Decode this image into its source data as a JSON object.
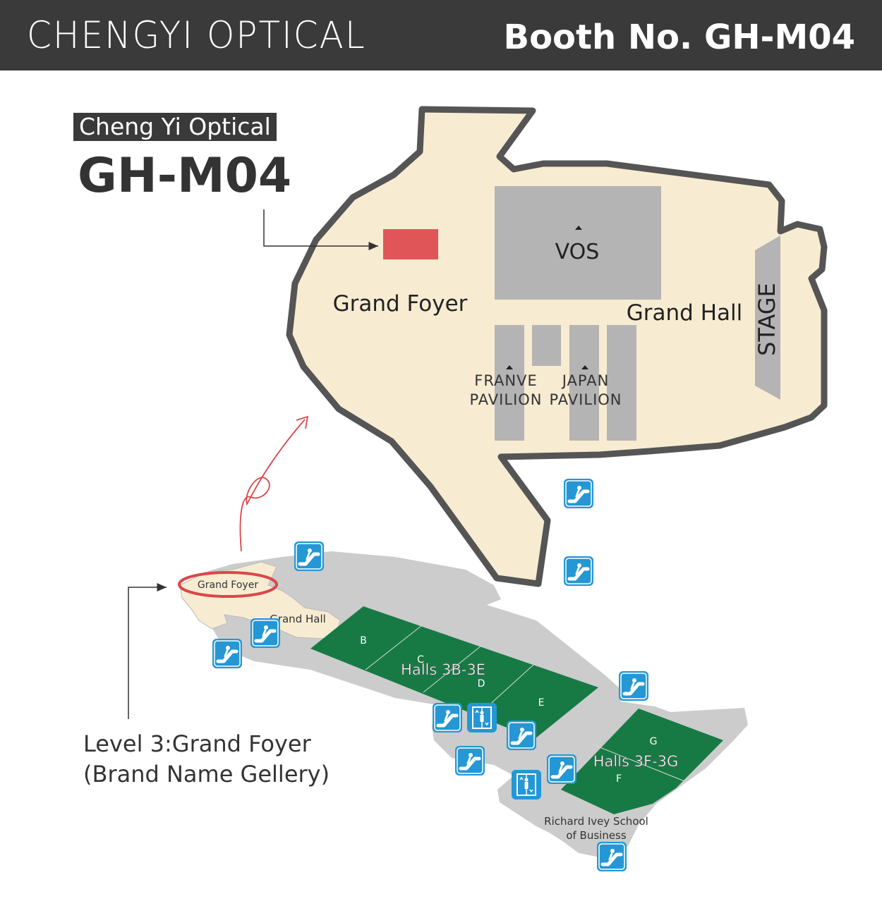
{
  "header": {
    "brand": "CHENGYI OPTICAL",
    "booth": "Booth No. GH-M04"
  },
  "callout": {
    "company": "Cheng Yi Optical",
    "booth_code": "GH-M04"
  },
  "level_label": {
    "line1": "Level 3:Grand Foyer",
    "line2": "(Brand Name Gellery)"
  },
  "detail_map": {
    "vos": "VOS",
    "grand_foyer": "Grand Foyer",
    "grand_hall": "Grand Hall",
    "stage": "STAGE",
    "france_1": "FRANVE",
    "france_2": "PAVILION",
    "japan_1": "JAPAN",
    "japan_2": "PAVILION"
  },
  "overview_map": {
    "grand_foyer": "Grand Foyer",
    "grand_hall": "Grand Hall",
    "halls_3b_3e": "Halls 3B-3E",
    "halls_3f_3g": "Halls 3F-3G",
    "hall_b": "B",
    "hall_c": "C",
    "hall_d": "D",
    "hall_e": "E",
    "hall_f": "F",
    "hall_g": "G",
    "school_1": "Richard Ivey School",
    "school_2": "of Business"
  },
  "colors": {
    "header_bg": "#3a3a3a",
    "floor": "#f7ecd2",
    "outline": "#555555",
    "booth": "#e05658",
    "pavilion": "#b4b4b4",
    "overview_floor": "#cccccc",
    "hall_green": "#177a45",
    "icon_blue": "#2497d4",
    "highlight_red": "#d9474b"
  },
  "icons": [
    "escalator-icon",
    "elevator-icon"
  ]
}
